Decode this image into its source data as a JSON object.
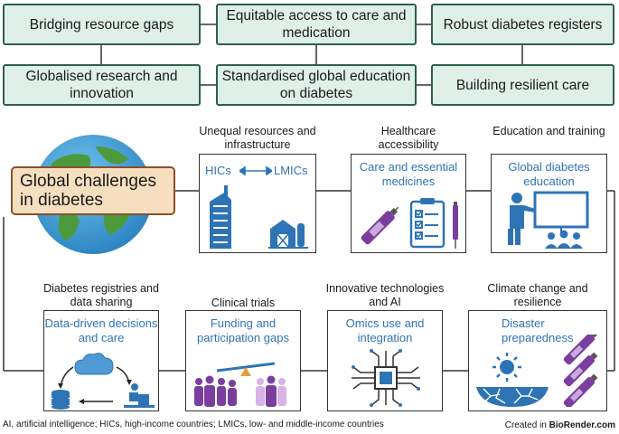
{
  "goals": [
    {
      "text": "Bridging resource gaps"
    },
    {
      "text": "Equitable access to care and medication"
    },
    {
      "text": "Robust diabetes registers"
    },
    {
      "text": "Globalised research and innovation"
    },
    {
      "text": "Standardised global education on diabetes"
    },
    {
      "text": "Building resilient care"
    }
  ],
  "center": {
    "text": "Global challenges in diabetes"
  },
  "panels": {
    "resources": {
      "label": "Unequal resources and infrastructure",
      "left": "HICs",
      "right": "LMICs"
    },
    "access": {
      "label": "Healthcare accessibility",
      "title": "Care and essential medicines"
    },
    "education": {
      "label": "Education and training",
      "title": "Global diabetes education"
    },
    "registries": {
      "label": "Diabetes registries and data sharing",
      "title": "Data-driven decisions and care"
    },
    "trials": {
      "label": "Clinical trials",
      "title": "Funding and participation gaps"
    },
    "innovation": {
      "label": "Innovative technologies and AI",
      "title": "Omics use and integration"
    },
    "climate": {
      "label": "Climate change and resilience",
      "title": "Disaster preparedness"
    }
  },
  "footnote": "AI, artificial intelligence; HICs, high-income countries; LMICs, low- and middle-income countries",
  "credit": {
    "prefix": "Created in ",
    "brand": "BioRender.com"
  },
  "colors": {
    "goal_fill": "#dff0e8",
    "goal_border": "#2d5f4f",
    "title_blue": "#2e74b5",
    "icon_purple": "#7a3f9e",
    "challenge_fill": "#f6dfbf",
    "challenge_border": "#8a4f2a"
  }
}
